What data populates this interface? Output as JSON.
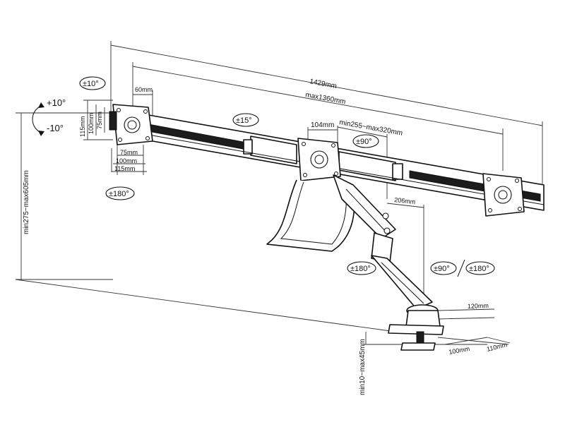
{
  "rotation": {
    "tilt_up": "+10°",
    "tilt_down": "-10°",
    "swivel_10": "±10°",
    "swivel_15": "±15°",
    "swivel_90_mid": "±90°",
    "rot_180_left": "±180°",
    "rot_180_mid": "±180°",
    "rot_90_arm": "±90°",
    "rot_180_arm": "±180°"
  },
  "dimensions": {
    "total_width": "1429mm",
    "max_width": "max1360mm",
    "offset_60": "60mm",
    "offset_104": "104mm",
    "arm_range": "min255~max320mm",
    "arm_206": "206mm",
    "height_range": "min275~max605mm",
    "clamp_range": "min10~max45mm",
    "base_120": "120mm",
    "base_100": "100mm",
    "base_110": "110mm",
    "vesa_h_115": "115mm",
    "vesa_h_100": "100mm",
    "vesa_h_75": "75mm",
    "vesa_w_75": "75mm",
    "vesa_w_100": "100mm",
    "vesa_w_115": "115mm"
  }
}
